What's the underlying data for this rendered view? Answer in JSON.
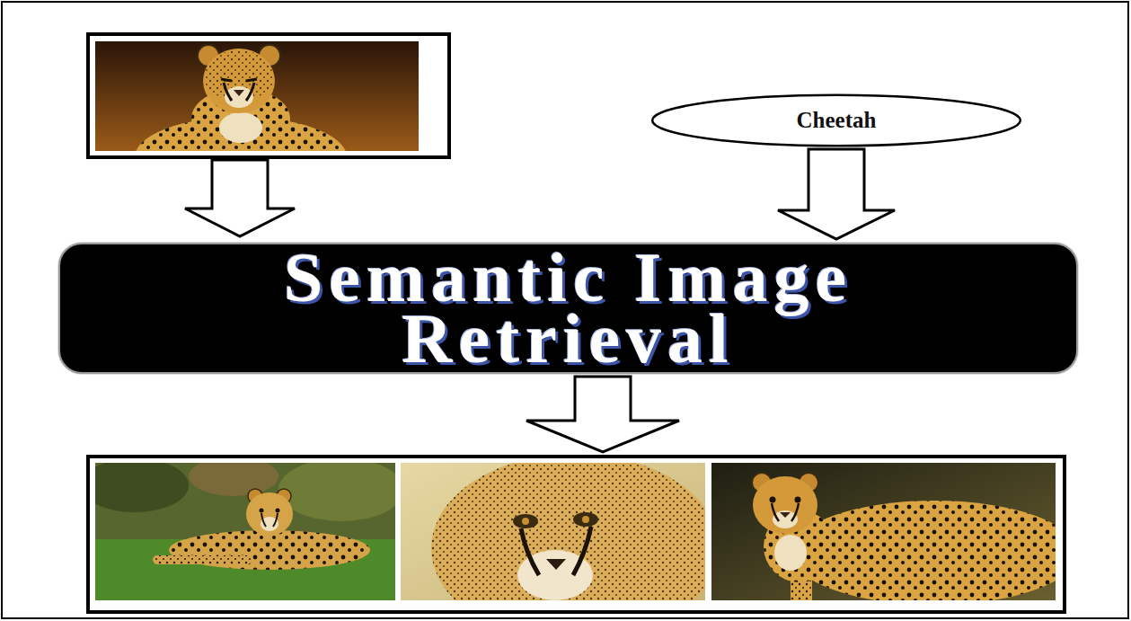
{
  "diagram": {
    "nodes": [
      {
        "text": [
          "Cheetah"
        ]
      },
      {
        "text": [
          "Semantic Image Retrieval"
        ]
      }
    ],
    "edges": [
      {
        "from": 0,
        "to": 1,
        "arrow": "to"
      }
    ]
  }
}
